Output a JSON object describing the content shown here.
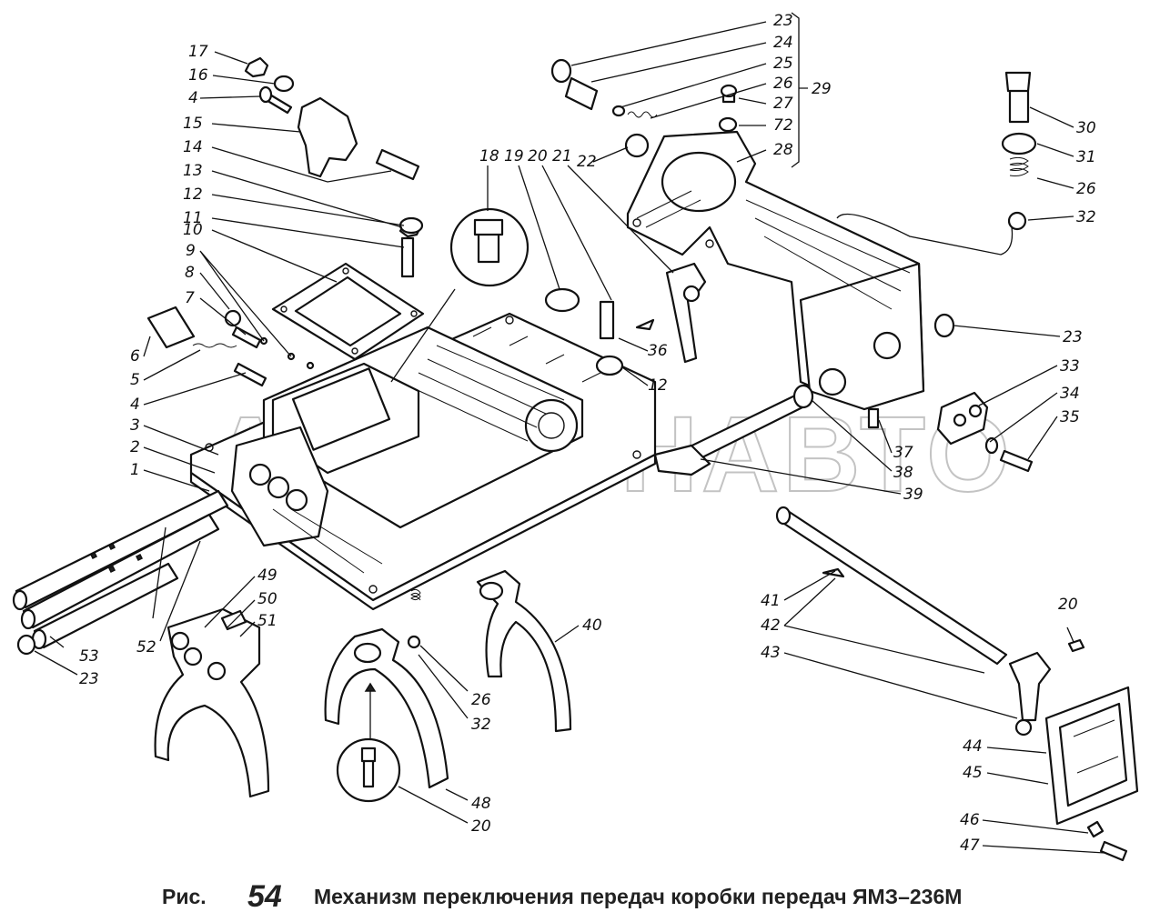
{
  "watermark": "АВИЛОНАВТО",
  "caption": {
    "prefix": "Рис.",
    "number": "54",
    "text": "Механизм переключения передач коробки передач ЯМЗ–236М"
  },
  "callout_labels": [
    "17",
    "16",
    "4",
    "15",
    "14",
    "13",
    "12",
    "11",
    "10",
    "9",
    "8",
    "7",
    "6",
    "5",
    "4",
    "3",
    "2",
    "1",
    "18",
    "19",
    "20",
    "21",
    "22",
    "23",
    "24",
    "25",
    "26",
    "27",
    "72",
    "28",
    "29",
    "30",
    "31",
    "26",
    "32",
    "36",
    "12",
    "23",
    "33",
    "34",
    "35",
    "37",
    "38",
    "39",
    "52",
    "53",
    "23",
    "49",
    "50",
    "51",
    "40",
    "26",
    "32",
    "48",
    "20",
    "41",
    "42",
    "43",
    "20",
    "44",
    "45",
    "46",
    "47"
  ]
}
